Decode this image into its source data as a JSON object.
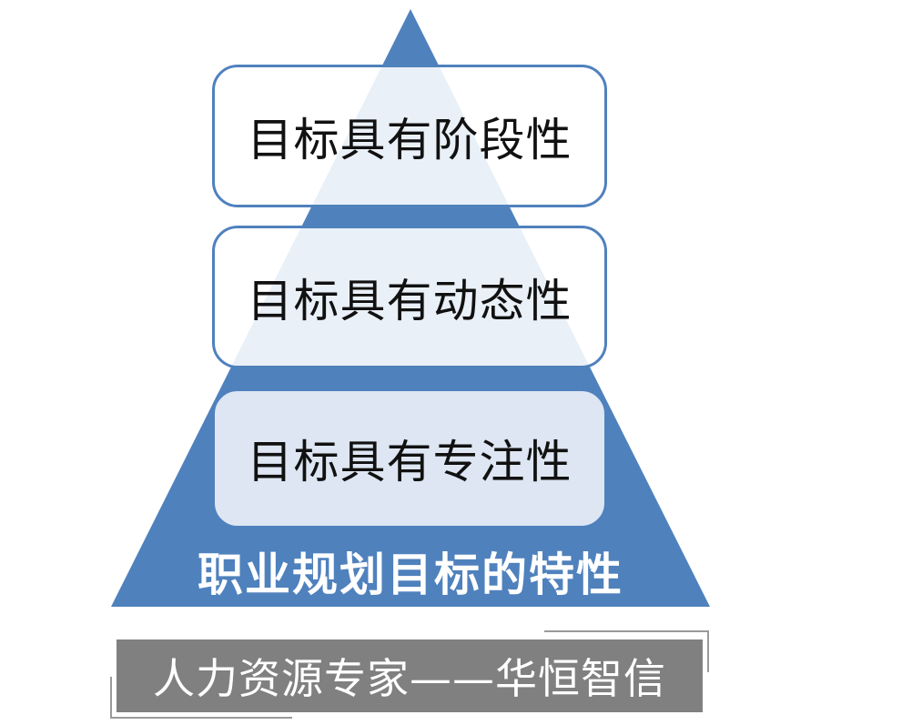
{
  "diagram": {
    "type": "pyramid",
    "title": "职业规划目标的特性",
    "levels": [
      {
        "label": "目标具有阶段性"
      },
      {
        "label": "目标具有动态性"
      },
      {
        "label": "目标具有专注性"
      }
    ],
    "colors": {
      "pyramid_fill": "#4f81bd",
      "box_border": "#4f81bd",
      "box_fill": "#ffffff",
      "bottom_box_fill": "#e2e9f4",
      "footer_fill": "#808080",
      "title_text": "#ffffff"
    }
  },
  "footer": {
    "text": "人力资源专家——华恒智信"
  }
}
